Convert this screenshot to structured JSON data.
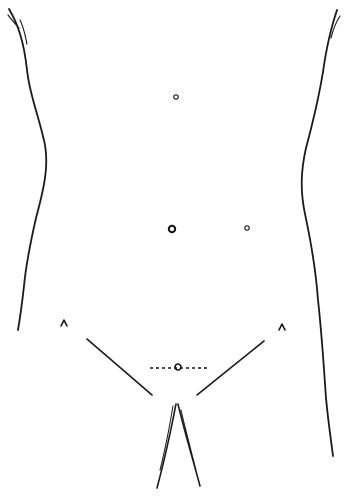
{
  "figure": {
    "subject": "anterior-abdomen-outline",
    "background_color": "#ffffff",
    "line_color": "#1a1a1a"
  },
  "markers": {
    "port_circles": 4,
    "anterior_superior_iliac_spine_marks": 2,
    "suprapubic_incision_lines": 1
  }
}
